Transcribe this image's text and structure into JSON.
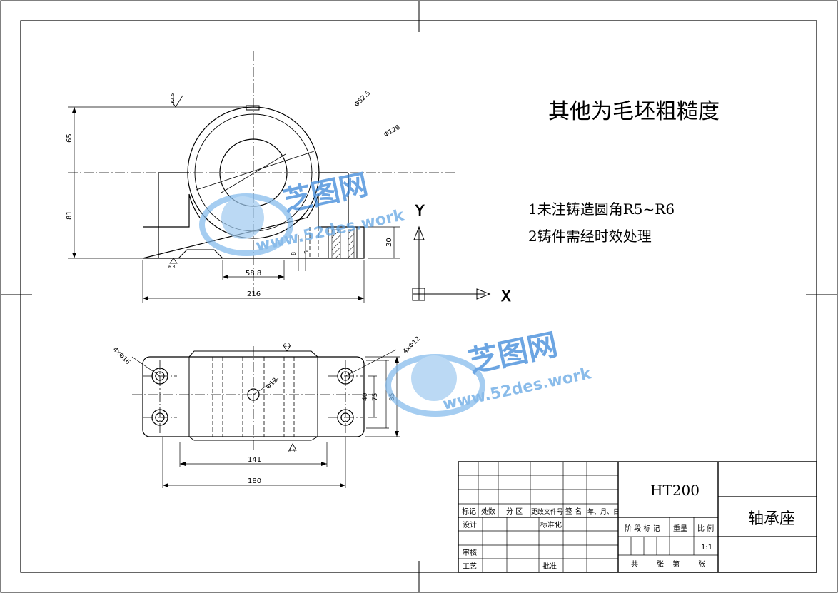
{
  "notes": {
    "roughness": "其他为毛坯粗糙度",
    "note1": "1未注铸造圆角R5~R6",
    "note2": "2铸件需经时效处理"
  },
  "front_view": {
    "dim_65": "65",
    "dim_81": "81",
    "dim_30": "30",
    "dim_58_8": "58.8",
    "dim_216": "216",
    "dim_phi52_5": "Φ52.5",
    "dim_phi126": "Φ126",
    "dim_8": "8",
    "dim_5": "5",
    "rough_top": "12.5",
    "rough_bottom": "6.3"
  },
  "top_view": {
    "holes_left": "4xΦ16",
    "holes_right": "4xΦ12",
    "center_hole": "Φ12",
    "dim_40": "40",
    "dim_75": "75",
    "dim_85": "85",
    "dim_141": "141",
    "dim_180": "180",
    "rough_top": "6.3",
    "rough_bottom": "6.3"
  },
  "axes": {
    "y": "Y",
    "x": "X"
  },
  "watermark": {
    "brand": "芝图网",
    "url": "www.52des.work"
  },
  "title_block": {
    "material": "HT200",
    "part_name": "轴承座",
    "scale": "1:1",
    "rev_headers": [
      "标记",
      "处数",
      "分 区",
      "更改文件号",
      "签 名",
      "年、月、日"
    ],
    "design": "设计",
    "standardize": "标准化",
    "review": "审核",
    "process": "工艺",
    "approve": "批准",
    "stage_mark": "阶 段 标 记",
    "weight": "重量",
    "ratio": "比 例",
    "sheets_total": "共",
    "sheets_unit": "张",
    "sheet_no": "第",
    "sheet_unit2": "张"
  },
  "colors": {
    "line": "#000000",
    "watermark_blue": "#2f7fd6",
    "watermark_light": "#7fb8ec"
  }
}
